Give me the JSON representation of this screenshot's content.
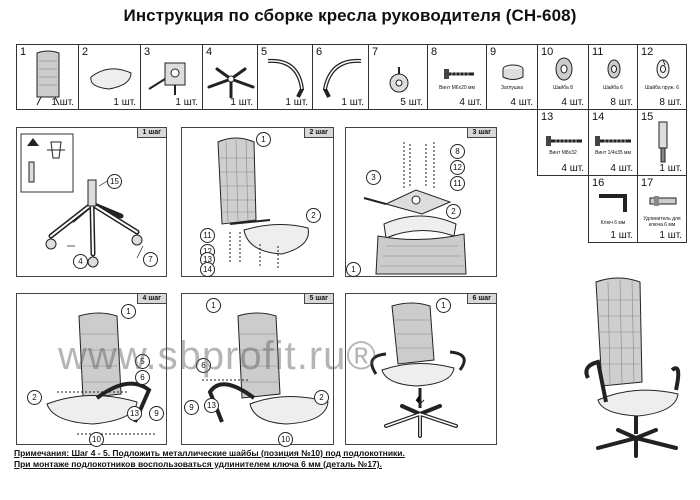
{
  "title": "Инструкция по сборке кресла руководителя (CH-608)",
  "parts": [
    {
      "num": "1",
      "qty": "1 шт.",
      "label": "",
      "icon": "chair-back-icon"
    },
    {
      "num": "2",
      "qty": "1 шт.",
      "label": "",
      "icon": "seat-icon"
    },
    {
      "num": "3",
      "qty": "1 шт.",
      "label": "",
      "icon": "mechanism-icon"
    },
    {
      "num": "4",
      "qty": "1 шт.",
      "label": "",
      "icon": "base-icon"
    },
    {
      "num": "5",
      "qty": "1 шт.",
      "label": "",
      "icon": "armrest-icon"
    },
    {
      "num": "6",
      "qty": "1 шт.",
      "label": "",
      "icon": "armrest-icon"
    },
    {
      "num": "7",
      "qty": "5 шт.",
      "label": "",
      "icon": "caster-icon"
    },
    {
      "num": "8",
      "qty": "4 шт.",
      "label": "Винт М6х20 мм",
      "icon": "screw-icon"
    },
    {
      "num": "9",
      "qty": "4 шт.",
      "label": "Заглушка",
      "icon": "plug-icon"
    },
    {
      "num": "10",
      "qty": "4 шт.",
      "label": "Шайба 8",
      "icon": "washer-icon"
    },
    {
      "num": "11",
      "qty": "8 шт.",
      "label": "Шайба 6",
      "icon": "washer-icon"
    },
    {
      "num": "12",
      "qty": "8 шт.",
      "label": "Шайба пруж. 6",
      "icon": "spring-washer-icon"
    },
    {
      "num": "13",
      "qty": "4 шт.",
      "label": "Винт М8х32",
      "icon": "screw-icon"
    },
    {
      "num": "14",
      "qty": "4 шт.",
      "label": "Винт 1/4х35 мм",
      "icon": "screw-icon"
    },
    {
      "num": "15",
      "qty": "1 шт.",
      "label": "",
      "icon": "gas-lift-icon"
    },
    {
      "num": "16",
      "qty": "1 шт.",
      "label": "Ключ 6 мм",
      "icon": "hex-key-icon"
    },
    {
      "num": "17",
      "qty": "1 шт.",
      "label": "Удлинитель для ключа 6 мм",
      "icon": "key-extension-icon"
    }
  ],
  "steps": [
    {
      "label": "1 шаг",
      "callouts": [
        "15",
        "4",
        "7"
      ]
    },
    {
      "label": "2 шаг",
      "callouts": [
        "1",
        "2",
        "11",
        "12",
        "13",
        "14"
      ]
    },
    {
      "label": "3 шаг",
      "callouts": [
        "8",
        "12",
        "11",
        "3",
        "2",
        "1"
      ]
    },
    {
      "label": "4 шаг",
      "callouts": [
        "1",
        "5",
        "6",
        "2",
        "13",
        "9",
        "10"
      ]
    },
    {
      "label": "5 шаг",
      "callouts": [
        "1",
        "6",
        "9",
        "13",
        "10",
        "2"
      ]
    },
    {
      "label": "6 шаг",
      "callouts": [
        "1"
      ]
    }
  ],
  "watermark": "www.sbprofit.ru®",
  "notes": {
    "heading": "Примечания:",
    "line1": " Шаг 4 - 5. Подложить металлические шайбы (позиция №10) под подлокотники.",
    "line2": "При монтаже подлокотников воспользоваться удлинителем ключа 6 мм (деталь №17)."
  }
}
